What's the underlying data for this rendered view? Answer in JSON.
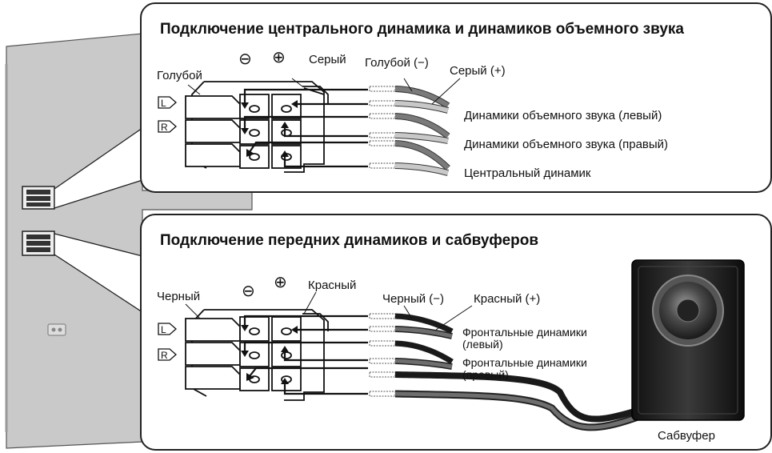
{
  "top_panel": {
    "title": "Подключение центрального динамика и динамиков объемного звука",
    "minus_symbol": "⊖",
    "plus_symbol": "⊕",
    "wire_color_left": "Голубой",
    "wire_color_right": "Серый",
    "wire_legend_minus": "Голубой (−)",
    "wire_legend_plus": "Серый (+)",
    "channel_L": "L",
    "channel_R": "R",
    "outputs": [
      "Динамики объемного звука (левый)",
      "Динамики объемного звука (правый)",
      "Центральный динамик"
    ],
    "colors": {
      "minus_wire": "#7a7a7a",
      "plus_wire": "#c8c8c8"
    }
  },
  "bottom_panel": {
    "title": "Подключение передних динамиков и сабвуферов",
    "minus_symbol": "⊖",
    "plus_symbol": "⊕",
    "wire_color_left": "Черный",
    "wire_color_right": "Красный",
    "wire_legend_minus": "Черный (−)",
    "wire_legend_plus": "Красный (+)",
    "channel_L": "L",
    "channel_R": "R",
    "outputs": [
      "Фронтальные динамики (левый)",
      "Фронтальные динамики (правый)"
    ],
    "subwoofer_label": "Сабвуфер",
    "colors": {
      "minus_wire": "#1a1a1a",
      "plus_wire": "#6e6e6e"
    }
  },
  "rear_panel": {
    "color": "#c9c9c9"
  }
}
